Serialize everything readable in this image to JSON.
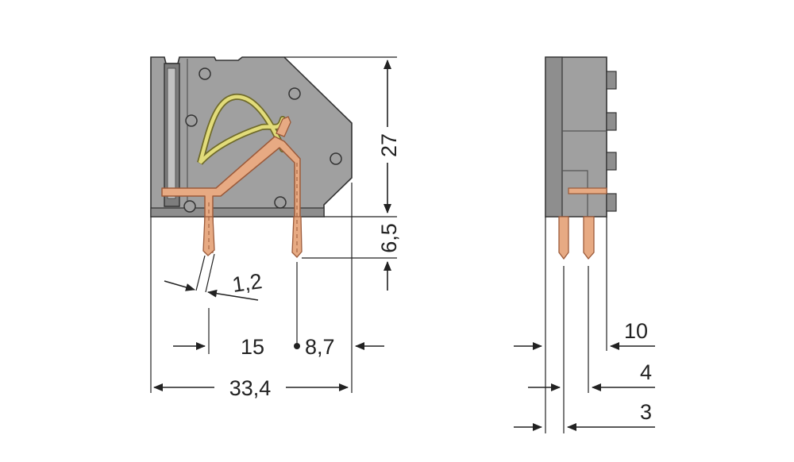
{
  "colors": {
    "housing": "#a0a0a0",
    "housing_dark": "#7d7d7d",
    "housing_light": "#c2c2c2",
    "copper": "#e7aa83",
    "copper_dark": "#9b5a3a",
    "spring": "#e2dc7a",
    "spring_dark": "#6f6a2a",
    "line": "#222222",
    "background": "#ffffff"
  },
  "dimensions": {
    "height_total": "27",
    "pin_length": "6,5",
    "pin_width": "1,2",
    "pitch_front": "15",
    "offset_front": "8,7",
    "width_total": "33,4",
    "side_10": "10",
    "side_4": "4",
    "side_3": "3"
  }
}
